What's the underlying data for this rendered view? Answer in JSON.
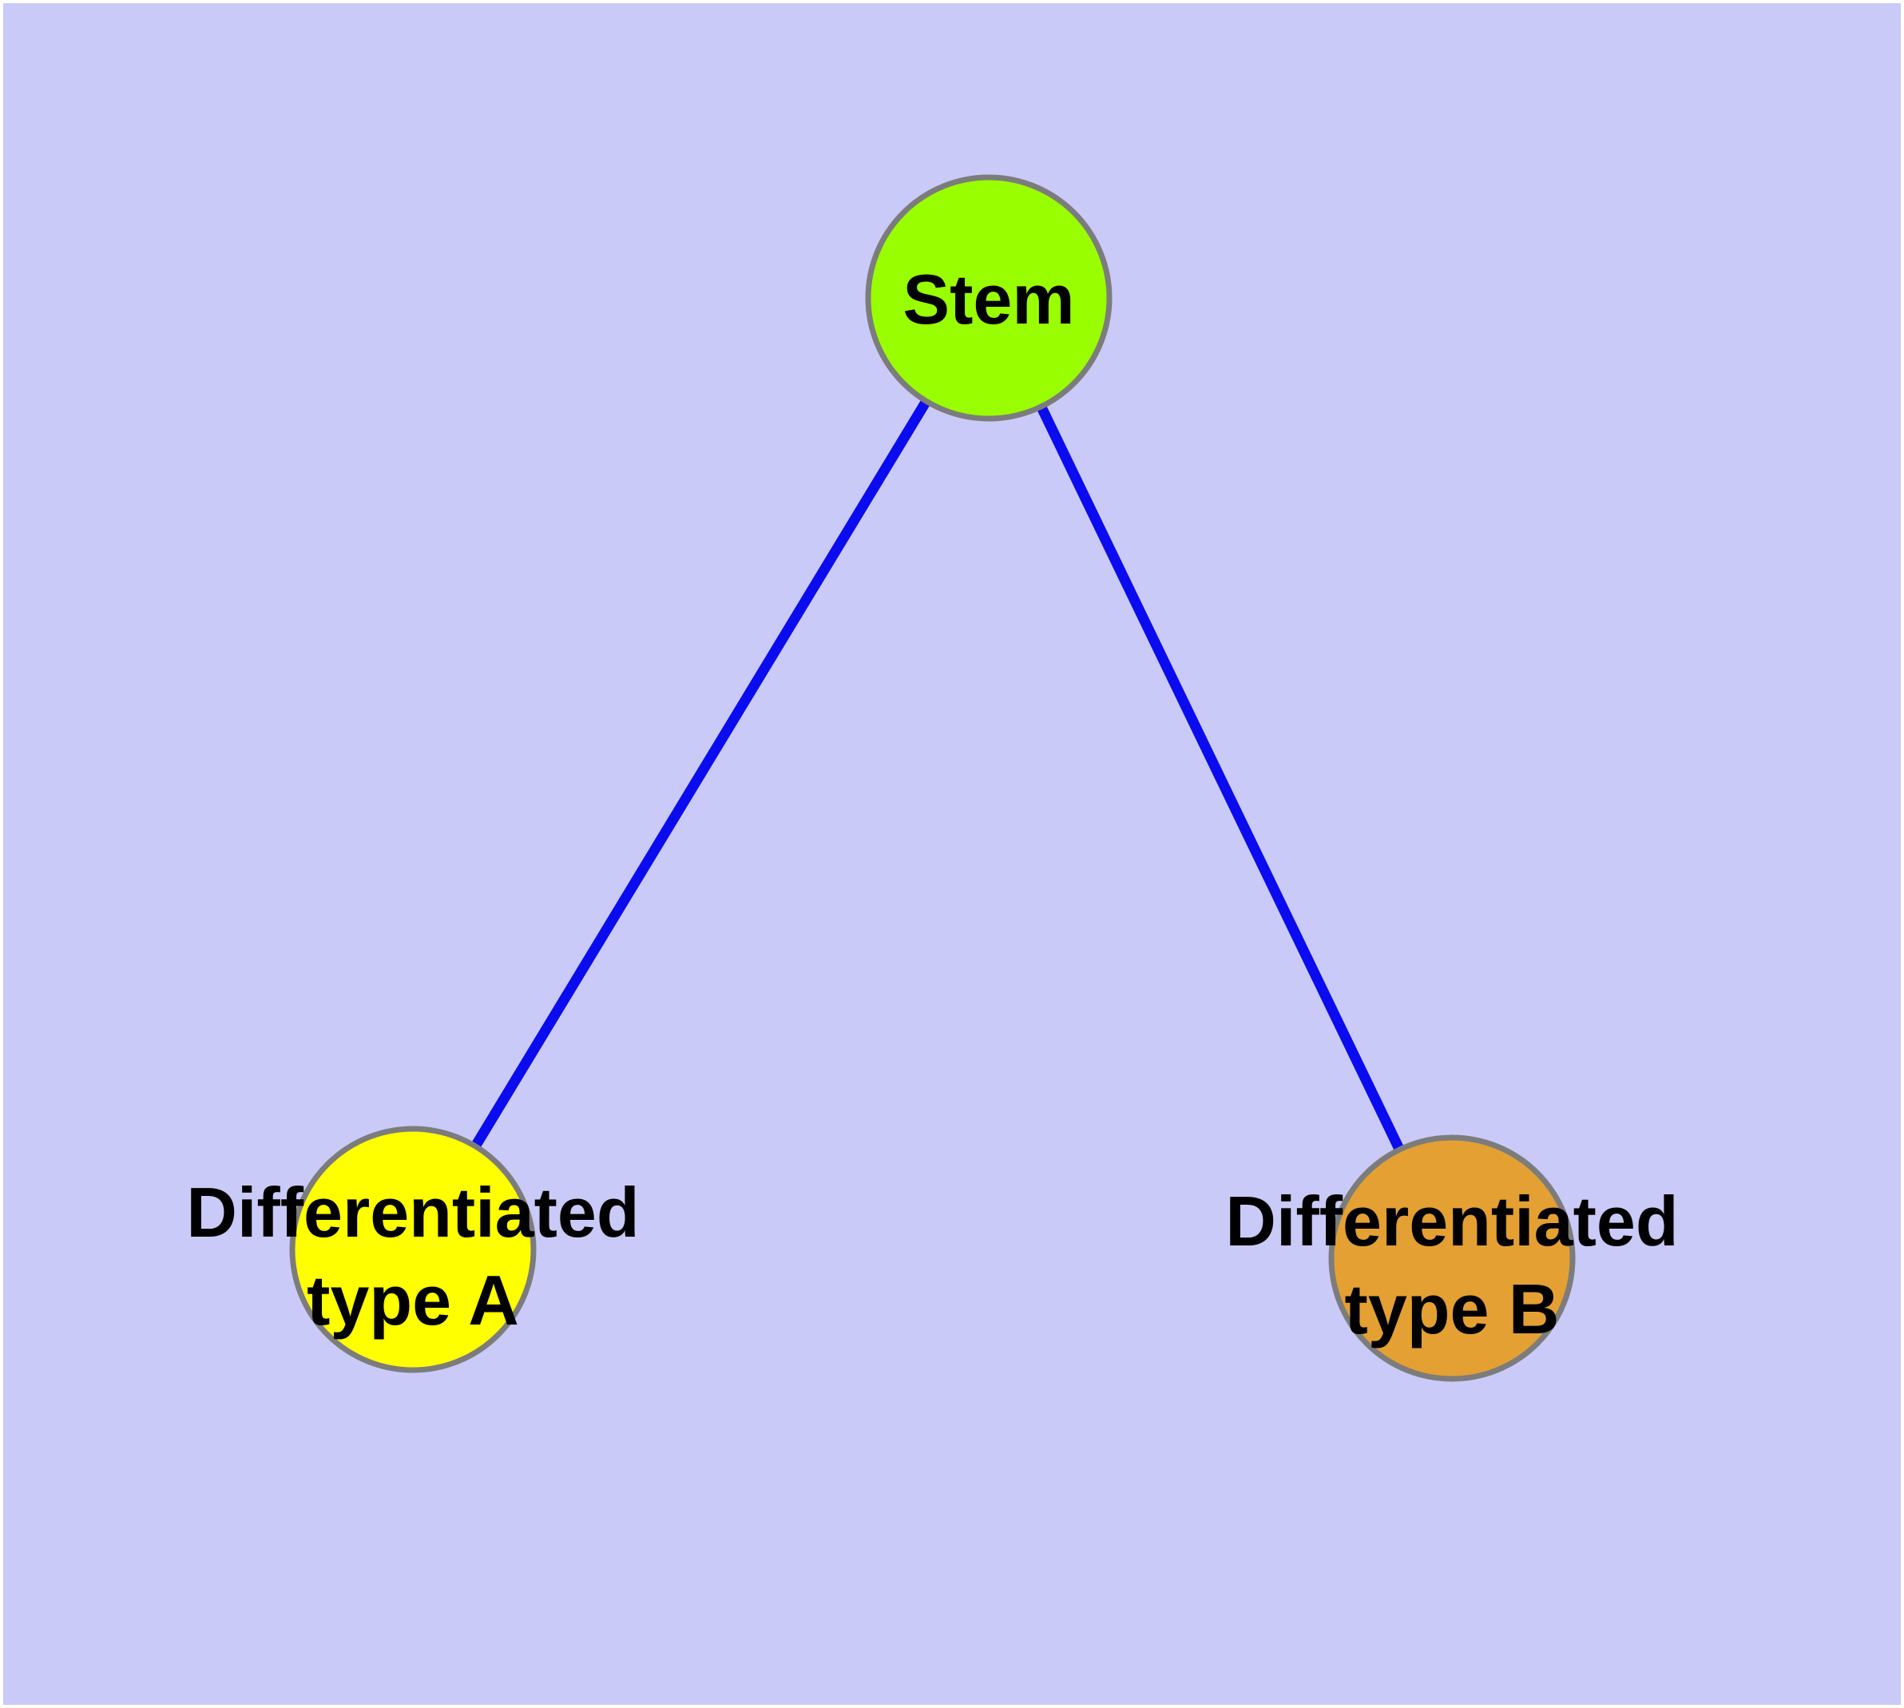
{
  "canvas": {
    "page_background": "#ffffff",
    "plot_background": "#cacaf8"
  },
  "diagram": {
    "type": "graph",
    "description": "Cell differentiation tree: one stem node with two differentiated child types",
    "nodes": {
      "stem": {
        "id": "stem",
        "label": "Stem",
        "fill": "#99ff00",
        "stroke": "#7c7c7c"
      },
      "type_a": {
        "id": "type_a",
        "label_line1": "Differentiated",
        "label_line2": "type A",
        "fill": "#ffff00",
        "stroke": "#7c7c7c"
      },
      "type_b": {
        "id": "type_b",
        "label_line1": "Differentiated",
        "label_line2": "type B",
        "fill": "#e4a032",
        "stroke": "#7c7c7c"
      }
    },
    "edges": [
      {
        "from": "stem",
        "to": "type_a",
        "color": "#0b0bf0"
      },
      {
        "from": "stem",
        "to": "type_b",
        "color": "#0b0bf0"
      }
    ],
    "label_color": "#000000"
  }
}
